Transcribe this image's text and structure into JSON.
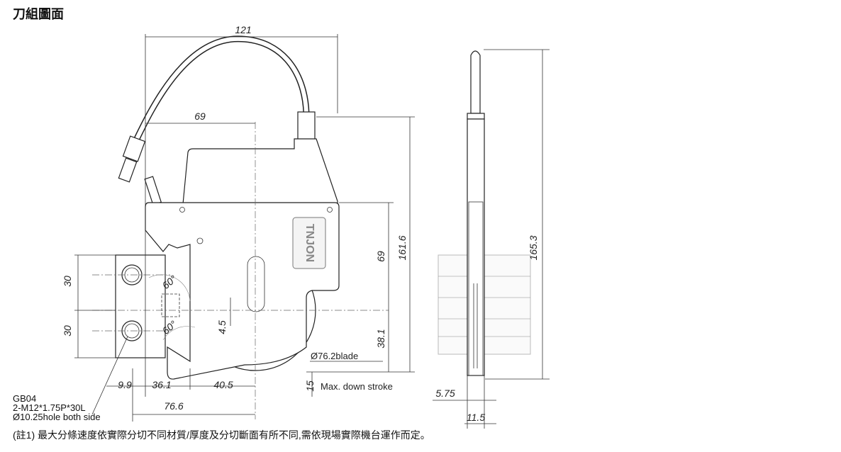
{
  "title": "刀組圖面",
  "dimensions": {
    "overall_width": "121",
    "center_offset": "69",
    "height_upper": "69",
    "height_total": "161.6",
    "height_lower": "38.1",
    "offset_small": "4.5",
    "angle_upper": "60°",
    "angle_lower": "60°",
    "hole_spacing_upper": "30",
    "hole_spacing_lower": "30",
    "bottom_a": "9.9",
    "bottom_b": "36.1",
    "bottom_c": "40.5",
    "bottom_total": "76.6",
    "stroke_value": "15",
    "side_height": "165.3",
    "side_width_a": "5.75",
    "side_width_b": "11.5"
  },
  "labels": {
    "blade": "Ø76.2blade",
    "stroke": "Max. down stroke",
    "logo": "TNJON"
  },
  "spec": {
    "model": "GB04",
    "bolt": "2-M12*1.75P*30L",
    "hole": "Ø10.25hole both  side"
  },
  "note": "(註1) 最大分條速度依實際分切不同材質/厚度及分切斷面有所不同,需依現場實際機台運作而定。"
}
